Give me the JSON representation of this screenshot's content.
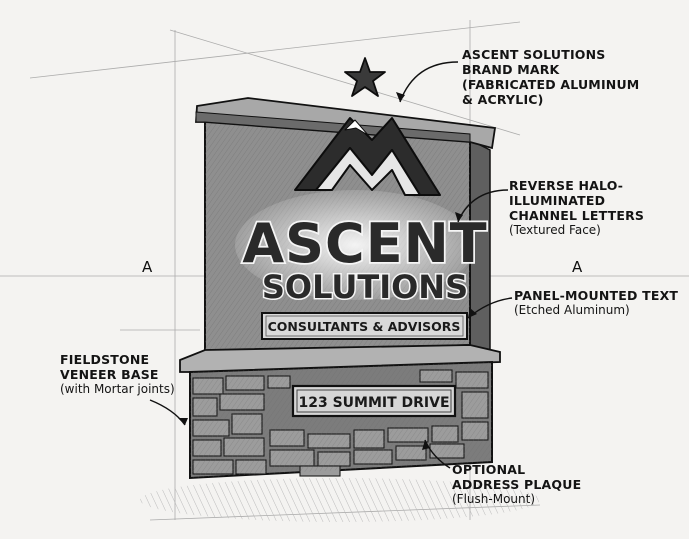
{
  "sign": {
    "brand_line1": "ASCENT",
    "brand_line2": "SOLUTIONS",
    "tagline": "CONSULTANTS & ADVISORS",
    "address": "123 SUMMIT DRIVE"
  },
  "section_marks": {
    "left": "A",
    "right": "A"
  },
  "callouts": {
    "brand_mark": [
      "ASCENT SOLUTIONS",
      "BRAND MARK",
      "(FABRICATED ALUMINUM",
      "& ACRYLIC)"
    ],
    "channel_letters": [
      "REVERSE HALO-",
      "ILLUMINATED",
      "CHANNEL LETTERS"
    ],
    "channel_letters_note": "(Textured Face)",
    "panel_text": "PANEL-MOUNTED TEXT",
    "panel_text_note": "(Etched Aluminum)",
    "base": [
      "FIELDSTONE",
      "VENEER BASE"
    ],
    "base_note": "(with Mortar joints)",
    "plaque": [
      "OPTIONAL",
      "ADDRESS PLAQUE"
    ],
    "plaque_note": "(Flush-Mount)"
  },
  "colors": {
    "ink": "#141414",
    "paper": "#f4f3f1",
    "panel": "#8b8b8b",
    "stone": "#7a7a7a"
  }
}
